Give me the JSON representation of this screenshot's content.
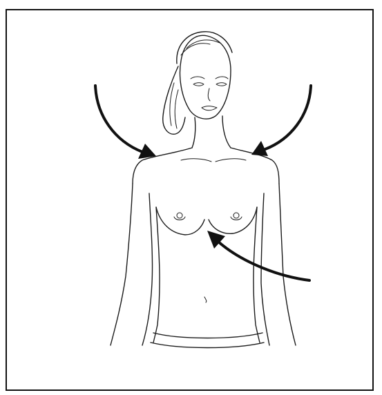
{
  "figure": {
    "ink_color": "#111111",
    "background_color": "#ffffff",
    "arrows": [
      {
        "name": "left-shoulder-arrow",
        "target": "left-shoulder"
      },
      {
        "name": "right-shoulder-arrow",
        "target": "right-shoulder"
      },
      {
        "name": "chest-arrow",
        "target": "chest"
      }
    ]
  }
}
